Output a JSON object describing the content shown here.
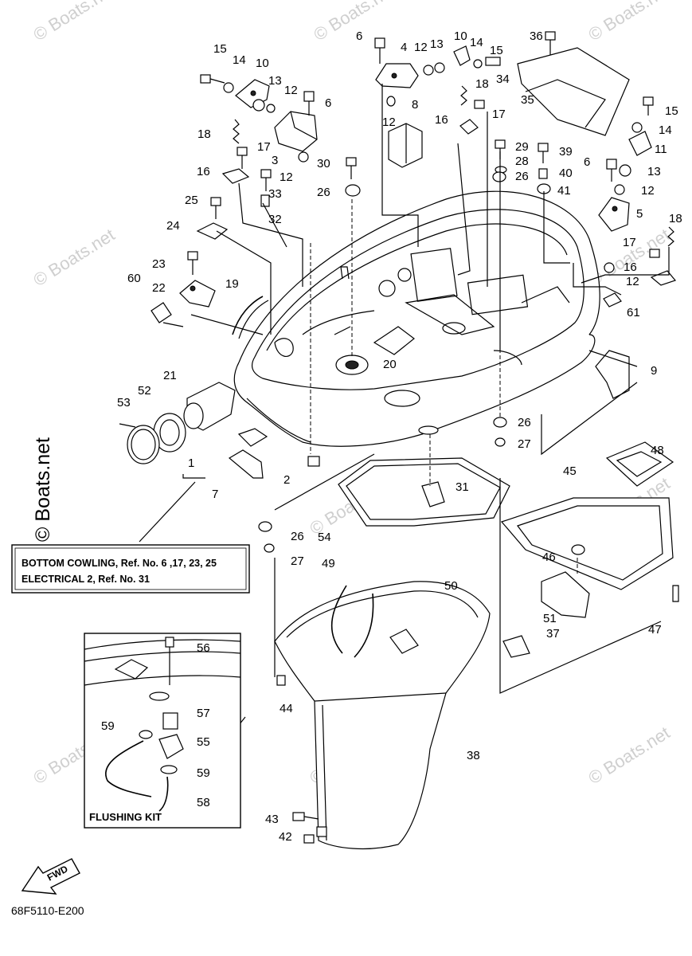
{
  "watermark": "© Boats.net",
  "watermark_side": "© Boats.net",
  "note_box": {
    "line1": "BOTTOM COWLING,  Ref. No. 6 ,17, 23, 25",
    "line2": "ELECTRICAL 2,  Ref. No. 31"
  },
  "flushing_kit_title": "FLUSHING KIT",
  "fwd_label": "FWD",
  "diagram_code": "68F5110-E200",
  "callouts": [
    {
      "id": "c6a",
      "text": "6"
    },
    {
      "id": "c4",
      "text": "4"
    },
    {
      "id": "c12a",
      "text": "12"
    },
    {
      "id": "c13a",
      "text": "13"
    },
    {
      "id": "c10a",
      "text": "10"
    },
    {
      "id": "c14a",
      "text": "14"
    },
    {
      "id": "c15a",
      "text": "15"
    },
    {
      "id": "c36",
      "text": "36"
    },
    {
      "id": "c15b",
      "text": "15"
    },
    {
      "id": "c14b",
      "text": "14"
    },
    {
      "id": "c10b",
      "text": "10"
    },
    {
      "id": "c13b",
      "text": "13"
    },
    {
      "id": "c12b",
      "text": "12"
    },
    {
      "id": "c6b",
      "text": "6"
    },
    {
      "id": "c18a",
      "text": "18"
    },
    {
      "id": "c17a",
      "text": "17"
    },
    {
      "id": "c3",
      "text": "3"
    },
    {
      "id": "c12c",
      "text": "12"
    },
    {
      "id": "c16a",
      "text": "16"
    },
    {
      "id": "c34",
      "text": "34"
    },
    {
      "id": "c35",
      "text": "35"
    },
    {
      "id": "c18b",
      "text": "18"
    },
    {
      "id": "c12d",
      "text": "12"
    },
    {
      "id": "c8",
      "text": "8"
    },
    {
      "id": "c16b",
      "text": "16"
    },
    {
      "id": "c17b",
      "text": "17"
    },
    {
      "id": "c15c",
      "text": "15"
    },
    {
      "id": "c14c",
      "text": "14"
    },
    {
      "id": "c11",
      "text": "11"
    },
    {
      "id": "c29",
      "text": "29"
    },
    {
      "id": "c39",
      "text": "39"
    },
    {
      "id": "c28",
      "text": "28"
    },
    {
      "id": "c26a",
      "text": "26"
    },
    {
      "id": "c40",
      "text": "40"
    },
    {
      "id": "c6c",
      "text": "6"
    },
    {
      "id": "c13c",
      "text": "13"
    },
    {
      "id": "c30",
      "text": "30"
    },
    {
      "id": "c33",
      "text": "33"
    },
    {
      "id": "c26b",
      "text": "26"
    },
    {
      "id": "c41",
      "text": "41"
    },
    {
      "id": "c12e",
      "text": "12"
    },
    {
      "id": "c25",
      "text": "25"
    },
    {
      "id": "c32",
      "text": "32"
    },
    {
      "id": "c5",
      "text": "5"
    },
    {
      "id": "c18c",
      "text": "18"
    },
    {
      "id": "c24",
      "text": "24"
    },
    {
      "id": "c17c",
      "text": "17"
    },
    {
      "id": "c23",
      "text": "23"
    },
    {
      "id": "c16c",
      "text": "16"
    },
    {
      "id": "c12f",
      "text": "12"
    },
    {
      "id": "c60",
      "text": "60"
    },
    {
      "id": "c22",
      "text": "22"
    },
    {
      "id": "c19",
      "text": "19"
    },
    {
      "id": "c61",
      "text": "61"
    },
    {
      "id": "c20",
      "text": "20"
    },
    {
      "id": "c9",
      "text": "9"
    },
    {
      "id": "c21",
      "text": "21"
    },
    {
      "id": "c52",
      "text": "52"
    },
    {
      "id": "c53",
      "text": "53"
    },
    {
      "id": "c26c",
      "text": "26"
    },
    {
      "id": "c27a",
      "text": "27"
    },
    {
      "id": "c48",
      "text": "48"
    },
    {
      "id": "c1",
      "text": "1"
    },
    {
      "id": "c2",
      "text": "2"
    },
    {
      "id": "c7",
      "text": "7"
    },
    {
      "id": "c31",
      "text": "31"
    },
    {
      "id": "c45",
      "text": "45"
    },
    {
      "id": "c26d",
      "text": "26"
    },
    {
      "id": "c54",
      "text": "54"
    },
    {
      "id": "c27b",
      "text": "27"
    },
    {
      "id": "c46",
      "text": "46"
    },
    {
      "id": "c49",
      "text": "49"
    },
    {
      "id": "c50",
      "text": "50"
    },
    {
      "id": "c51",
      "text": "51"
    },
    {
      "id": "c37",
      "text": "37"
    },
    {
      "id": "c47",
      "text": "47"
    },
    {
      "id": "c56",
      "text": "56"
    },
    {
      "id": "c57",
      "text": "57"
    },
    {
      "id": "c59a",
      "text": "59"
    },
    {
      "id": "c55",
      "text": "55"
    },
    {
      "id": "c59b",
      "text": "59"
    },
    {
      "id": "c58",
      "text": "58"
    },
    {
      "id": "c44",
      "text": "44"
    },
    {
      "id": "c38",
      "text": "38"
    },
    {
      "id": "c43",
      "text": "43"
    },
    {
      "id": "c42",
      "text": "42"
    }
  ]
}
